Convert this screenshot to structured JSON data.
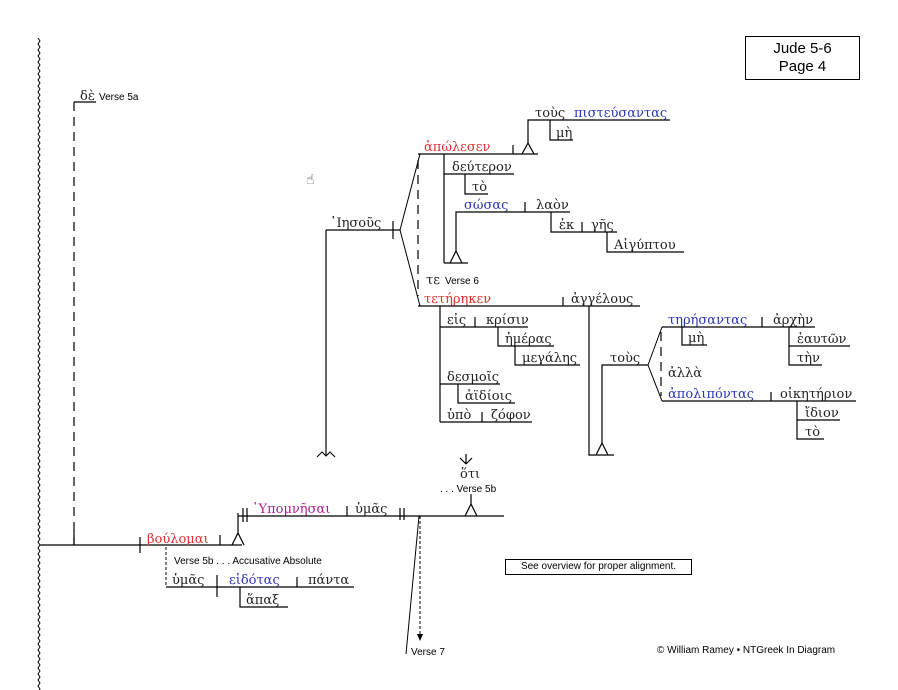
{
  "title": {
    "line1": "Jude 5-6",
    "line2": "Page 4"
  },
  "note": "See overview for proper alignment.",
  "footer": "© William Ramey • NTGreek In Diagram",
  "cursor_icon": "hand-cursor-icon",
  "labels": {
    "verse5a": "Verse 5a",
    "verse5b_acc": "Verse 5b . . . Accusative Absolute",
    "verse5b": ". . . Verse 5b",
    "verse6": "Verse 6",
    "verse7": "Verse 7"
  },
  "words": {
    "de": "δὲ",
    "boulomai": "βούλομαι",
    "hypomnesai": "῾Υπομνῆσαι",
    "hymas1": "ὑμᾶς",
    "hoti": "ὅτι",
    "hymas2": "ὑμᾶς",
    "eidotas": "εἰδότας",
    "panta": "πάντα",
    "hapax": "ἅπαξ",
    "iesous": "᾿Ιησοῦς",
    "apolesen": "ἀπώλεσεν",
    "tous1": "τοὺς",
    "pisteusantas": "πιστεύσαντας",
    "me1": "μὴ",
    "deuteron": "δεύτερον",
    "to1": "τὸ",
    "sosas": "σώσας",
    "laon": "λαὸν",
    "ek": "ἐκ",
    "ges": "γῆς",
    "aigyptou": "Αἰγύπτου",
    "te": "τε",
    "teteteken": "τετήρηκεν",
    "angelous": "ἀγγέλους",
    "eis": "εἰς",
    "krisin": "κρίσιν",
    "hemeras": "ἡμέρας",
    "megales": "μεγάλης",
    "desmois": "δεσμοῖς",
    "aidiois": "ἀϊδίοις",
    "hypo": "ὑπὸ",
    "zophon": "ζόφον",
    "tous2": "τοὺς",
    "teresantas": "τηρήσαντας",
    "archen": "ἀρχὴν",
    "me2": "μὴ",
    "heauton": "ἑαυτῶν",
    "ten": "τὴν",
    "alla": "ἀλλὰ",
    "apolipontas": "ἀπολιπόντας",
    "oiketerion": "οἰκητήριον",
    "idion": "ἴδιον",
    "to2": "τὸ"
  },
  "colors": {
    "verb": "#e03030",
    "participle": "#2a35b8",
    "infinitive": "#b0208a",
    "text": "#222222"
  }
}
